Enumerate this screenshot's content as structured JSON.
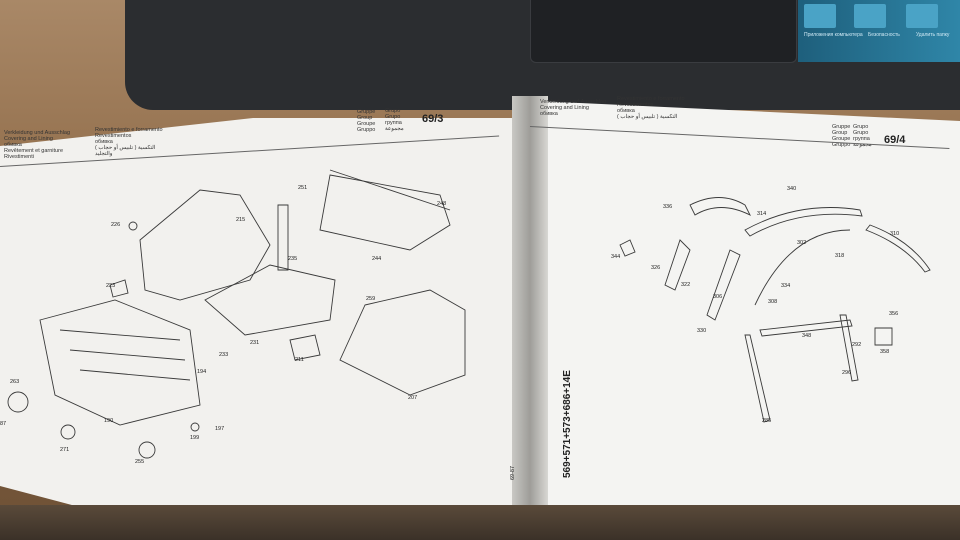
{
  "screen": {
    "label_a": "Приложения компьютера",
    "label_b": "Безопасность",
    "label_c": "Удалить папку"
  },
  "left_page": {
    "title_lines": [
      "Verkleidung und Ausschlag",
      "Covering and Lining",
      "обивка",
      "Revêtement et garniture",
      "Rivestimenti"
    ],
    "title_lines_2": [
      "Revestimiento e forramento",
      "Revestimentos",
      "обивка",
      "التكسية ( تلبيس أو حجاب )",
      "والتجليد"
    ],
    "group_labels": [
      "Gruppe",
      "Group",
      "Groupe",
      "Gruppo"
    ],
    "group_labels_2": [
      "Grupo",
      "Grupo",
      "группа",
      "مجموعة"
    ],
    "group_number": "69/3",
    "footer": "69-87",
    "part_numbers": [
      "226",
      "215",
      "251",
      "248",
      "235",
      "244",
      "223",
      "259",
      "231",
      "233",
      "211",
      "207",
      "194",
      "263",
      "190",
      "199",
      "197",
      "271",
      "255",
      "87"
    ]
  },
  "right_page": {
    "title_lines": [
      "Verkleidung und Ausschlag",
      "Covering and Lining",
      "обивка"
    ],
    "title_lines_2": [
      "Revestimiento e forramento",
      "Revestimentos",
      "обивка"
    ],
    "title_arabic": "التكسية ( تلبيس أو حجاب )",
    "group_labels": [
      "Gruppe",
      "Group",
      "Groupe",
      "Gruppo"
    ],
    "group_labels_2": [
      "Grupo",
      "Grupo",
      "группа",
      "مجموعة"
    ],
    "group_number": "69/4",
    "vertical_code": "569+571+573+686+14E",
    "part_numbers": [
      "340",
      "336",
      "314",
      "310",
      "302",
      "344",
      "326",
      "318",
      "322",
      "334",
      "306",
      "308",
      "330",
      "348",
      "356",
      "292",
      "358",
      "296",
      "285"
    ]
  }
}
